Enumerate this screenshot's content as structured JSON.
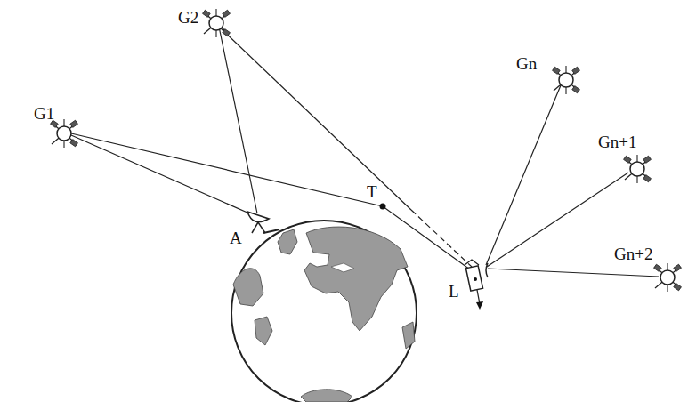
{
  "diagram": {
    "labels": [
      "G1",
      "G2",
      "Gn",
      "Gn+1",
      "Gn+2",
      "A",
      "T",
      "L"
    ]
  }
}
